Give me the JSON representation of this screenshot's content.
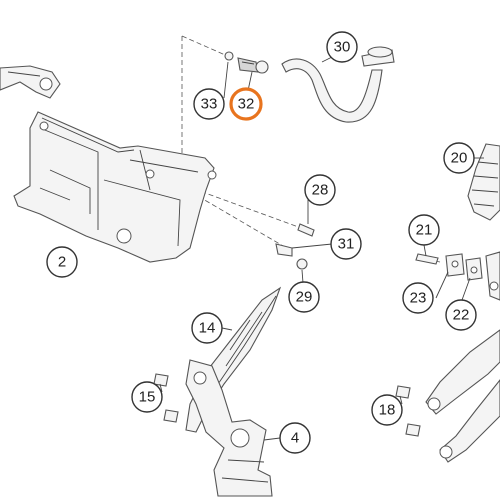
{
  "highlight_color": "#e8741e",
  "outline_color": "#333333",
  "callouts": [
    {
      "id": "c30",
      "label": "30",
      "highlighted": false
    },
    {
      "id": "c33",
      "label": "33",
      "highlighted": false
    },
    {
      "id": "c32",
      "label": "32",
      "highlighted": true
    },
    {
      "id": "c20",
      "label": "20",
      "highlighted": false
    },
    {
      "id": "c28",
      "label": "28",
      "highlighted": false
    },
    {
      "id": "c21",
      "label": "21",
      "highlighted": false
    },
    {
      "id": "c2",
      "label": "2",
      "highlighted": false
    },
    {
      "id": "c31",
      "label": "31",
      "highlighted": false
    },
    {
      "id": "c29",
      "label": "29",
      "highlighted": false
    },
    {
      "id": "c23",
      "label": "23",
      "highlighted": false
    },
    {
      "id": "c22",
      "label": "22",
      "highlighted": false
    },
    {
      "id": "c14",
      "label": "14",
      "highlighted": false
    },
    {
      "id": "c15",
      "label": "15",
      "highlighted": false
    },
    {
      "id": "c18",
      "label": "18",
      "highlighted": false
    },
    {
      "id": "c4",
      "label": "4",
      "highlighted": false
    }
  ]
}
